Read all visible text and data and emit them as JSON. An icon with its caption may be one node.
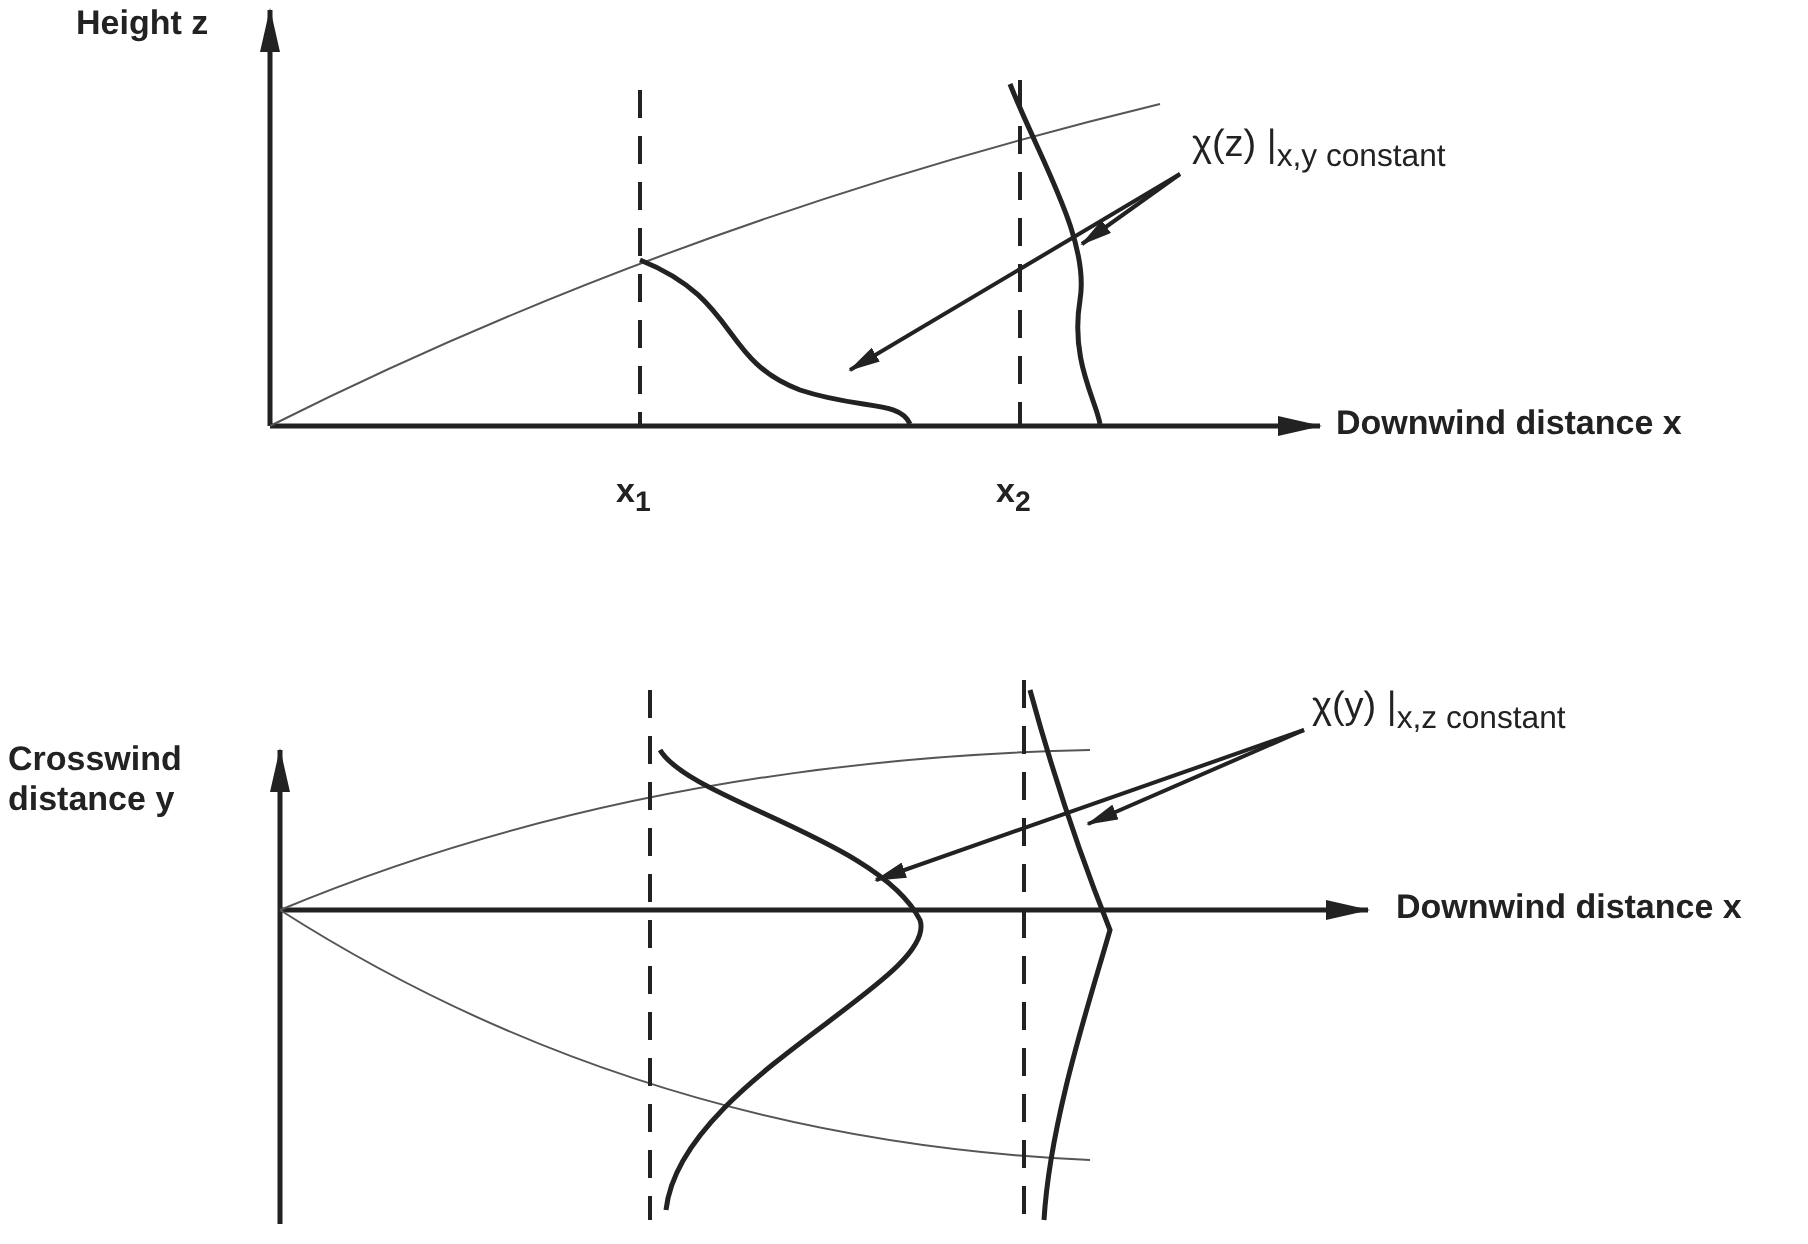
{
  "diagram": {
    "nodes": [
      {
        "text": [
          "χ(z) |$_{x,y constant}$"
        ]
      },
      {
        "text": [],
        "shape": "curve"
      },
      {
        "text": [],
        "shape": "curve"
      },
      {
        "text": [
          "χ(y) |$_{x,z constant}$"
        ]
      },
      {
        "text": [],
        "shape": "curve"
      },
      {
        "text": [],
        "shape": "curve"
      }
    ],
    "edges": [
      {
        "from": 0,
        "to": 1,
        "arrow": "to"
      },
      {
        "from": 0,
        "to": 2,
        "arrow": "to"
      },
      {
        "from": 3,
        "to": 4,
        "arrow": "to"
      },
      {
        "from": 3,
        "to": 5,
        "arrow": "to"
      }
    ],
    "labels": [
      "Height z",
      "Downwind distance x",
      "x$_{1}$",
      "x$_{2}$",
      "Crosswind distance y",
      "Downwind distance x"
    ]
  }
}
